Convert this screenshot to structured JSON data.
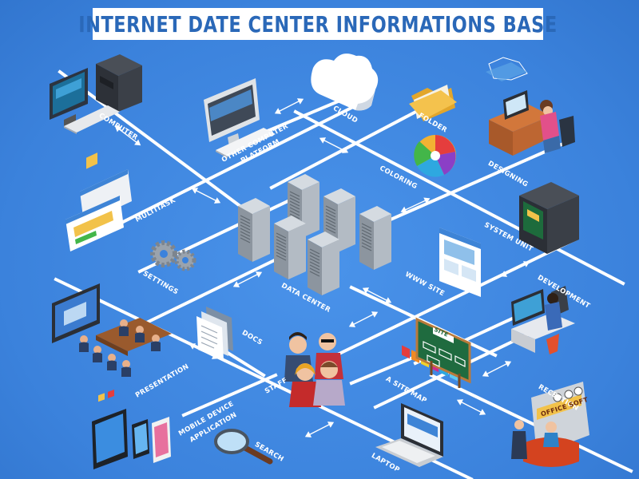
{
  "title": "INTERNET DATE CENTER INFORMATIONS BASE",
  "labels": {
    "computer": "COMPUTER",
    "other_platform_1": "OTHER COMPUTER",
    "other_platform_2": "PLATFORM",
    "cloud": "CLOUD",
    "folder": "FOLDER",
    "coloring": "COLORING",
    "designing": "DESIGNING",
    "multitask": "MULTITASK",
    "system_unit": "SYSTEM UNIT",
    "settings": "SETTINGS",
    "data_center": "DATA CENTER",
    "www_site": "WWW SITE",
    "development": "DEVELOPMENT",
    "docs": "DOCS",
    "presentation": "PRESENTATION",
    "staff": "STAFF",
    "site_map": "A SITE MAP",
    "mobile_1": "MOBILE DEVICE",
    "mobile_2": "APPLICATION",
    "reception": "RECEPTION",
    "search": "SEARCH",
    "laptop": "LAPTOP",
    "site_board": "SITE",
    "office_sign": "OFFICE SOFT"
  },
  "colors": {
    "background": "#3b82dc",
    "title_text": "#2a68b8",
    "lines": "#ffffff",
    "server": "#9aa3ad"
  }
}
